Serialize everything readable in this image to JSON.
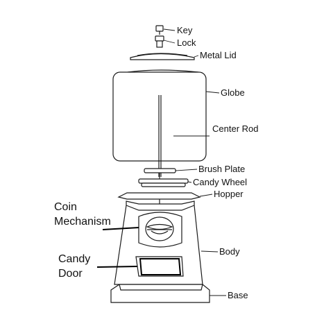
{
  "labels": {
    "key": "Key",
    "lock": "Lock",
    "metal_lid": "Metal Lid",
    "globe": "Globe",
    "center_rod": "Center Rod",
    "brush_plate": "Brush Plate",
    "candy_wheel": "Candy Wheel",
    "hopper": "Hopper",
    "coin_mechanism_line1": "Coin",
    "coin_mechanism_line2": "Mechanism",
    "body": "Body",
    "candy_door_line1": "Candy",
    "candy_door_line2": "Door",
    "base": "Base"
  },
  "colors": {
    "line": "#1a1a1a",
    "background": "#ffffff"
  }
}
